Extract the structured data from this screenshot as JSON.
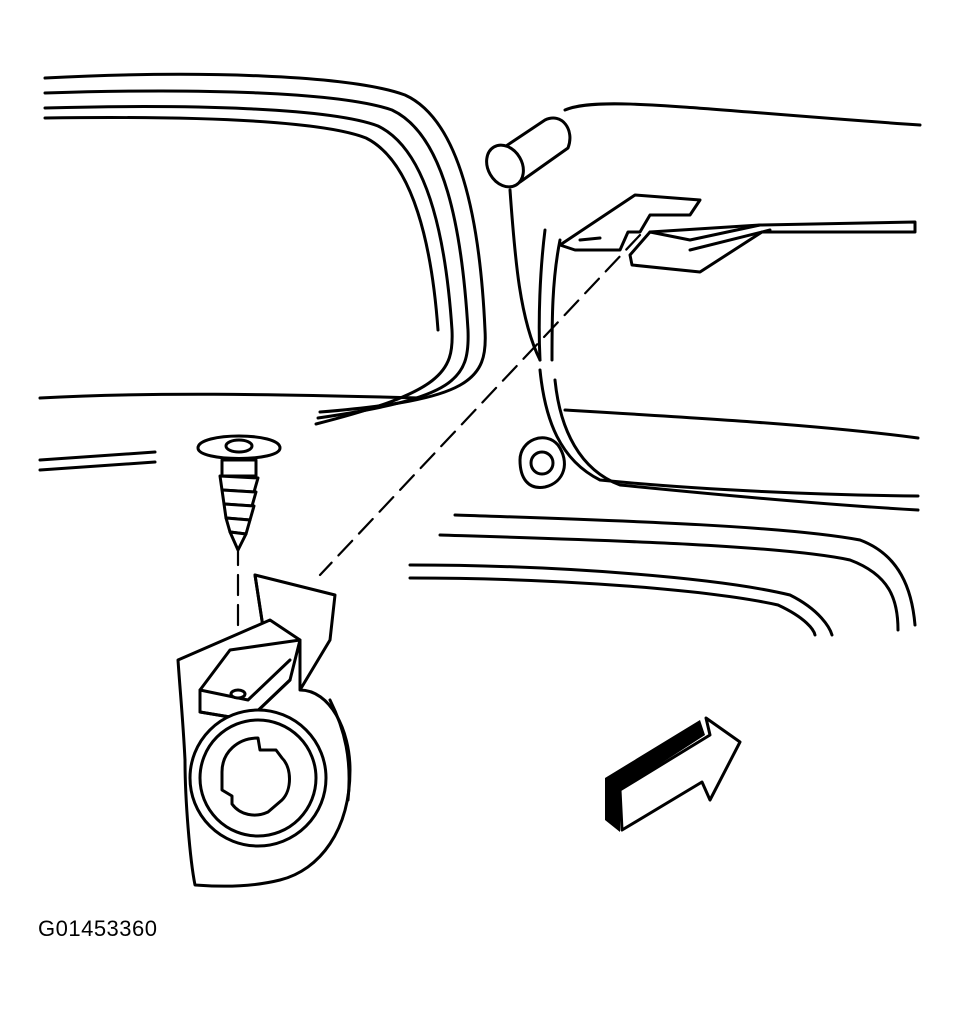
{
  "figure": {
    "code": "G01453360",
    "callouts": [
      "screw-icon",
      "bracket",
      "grommet",
      "arrow-icon"
    ]
  }
}
